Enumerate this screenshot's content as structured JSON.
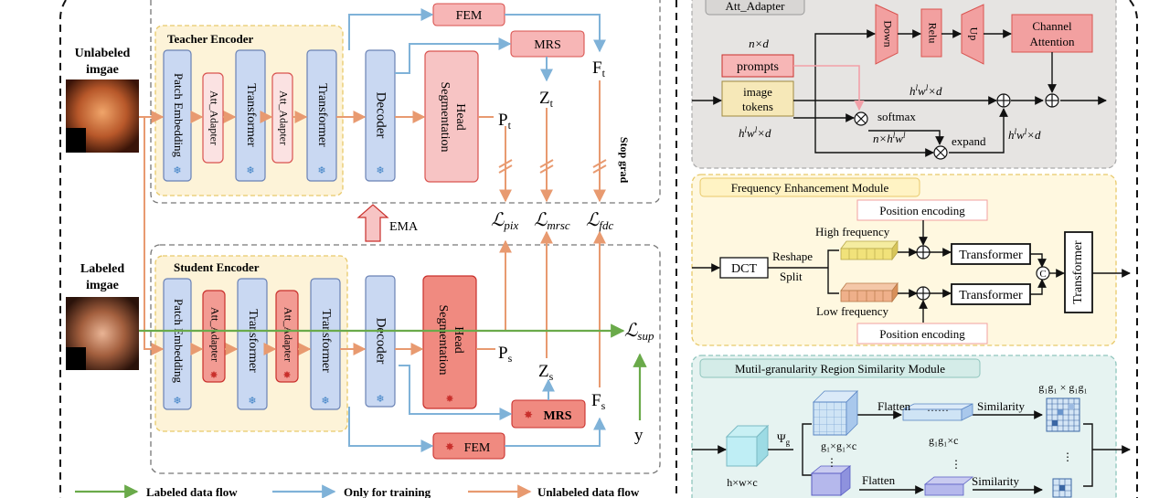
{
  "colors": {
    "teacher_bg": "#fdf3d8",
    "student_bg": "#fdf3d8",
    "blue_box": "#c9d8f2",
    "pink_box": "#f7b6b6",
    "seg_head": "#f29b93",
    "orange_arrow": "#e89a70",
    "blue_arrow": "#7fb2d8",
    "green_arrow": "#6aaa4a",
    "att_adapter_bg": "#e6e4e2",
    "fem_bg": "#fff8e0",
    "mrs_bg": "#e6f3f1"
  },
  "left": {
    "unlabeled_label": [
      "Unlabeled",
      "imgae"
    ],
    "labeled_label": [
      "Labeled",
      "imgae"
    ],
    "teacher_title": "Teacher Encoder",
    "student_title": "Student Encoder",
    "patch_embedding": "Patch Embedding",
    "att_adapter": "Att_Adapter",
    "transformer": "Transformer",
    "decoder": "Decoder",
    "seg_head": [
      "Segmentation",
      "Head"
    ],
    "fem": "FEM",
    "mrs": "MRS",
    "pt": "P",
    "pt_sub": "t",
    "ps": "P",
    "ps_sub": "s",
    "zt": "Z",
    "zt_sub": "t",
    "zs": "Z",
    "zs_sub": "s",
    "ft": "F",
    "ft_sub": "t",
    "fs": "F",
    "fs_sub": "s",
    "stop_grad": "Stop grad",
    "ema": "EMA",
    "l_pix": "pix",
    "l_mrsc": "mrsc",
    "l_fdc": "fdc",
    "l_sup": "sup",
    "loss_symbol": "ℒ",
    "y": "y"
  },
  "legend": {
    "labeled": "Labeled data flow",
    "training": "Only for training",
    "unlabeled": "Unlabeled data flow"
  },
  "att_adapter_panel": {
    "title": "Att_Adapter",
    "nd": "n×d",
    "prompts": "prompts",
    "image_tokens": [
      "image",
      "tokens"
    ],
    "hwd_left": "h",
    "down": "Down",
    "relu": "Relu",
    "up": "Up",
    "channel_attention": [
      "Channel",
      "Attention"
    ],
    "hwd_top": "h",
    "softmax": "softmax",
    "nhw": "n×h",
    "expand": "expand",
    "hwd_right": "h"
  },
  "fem_panel": {
    "title": "Frequency Enhancement Module",
    "pos_enc_top": "Position encoding",
    "high_freq": "High frequency",
    "dct": "DCT",
    "reshape": "Reshape",
    "split": "Split",
    "transformer1": "Transformer",
    "transformer2": "Transformer",
    "transformer3": "Transformer",
    "low_freq": "Low frequency",
    "pos_enc_bottom": "Position encoding",
    "concat": "C"
  },
  "mrs_panel": {
    "title": "Mutil-granularity Region Similarity Module",
    "psi": "Ψ",
    "psi_sub": "g",
    "hwc": "h×w×c",
    "flatten1": "Flatten",
    "flatten2": "Flatten",
    "similarity1": "Similarity",
    "similarity2": "Similarity",
    "g1g1c_a": "g₁×g₁×c",
    "g1g1c_b": "g₁g₁×c",
    "g1g1_sq": "g₁g₁ × g₁g₁"
  }
}
